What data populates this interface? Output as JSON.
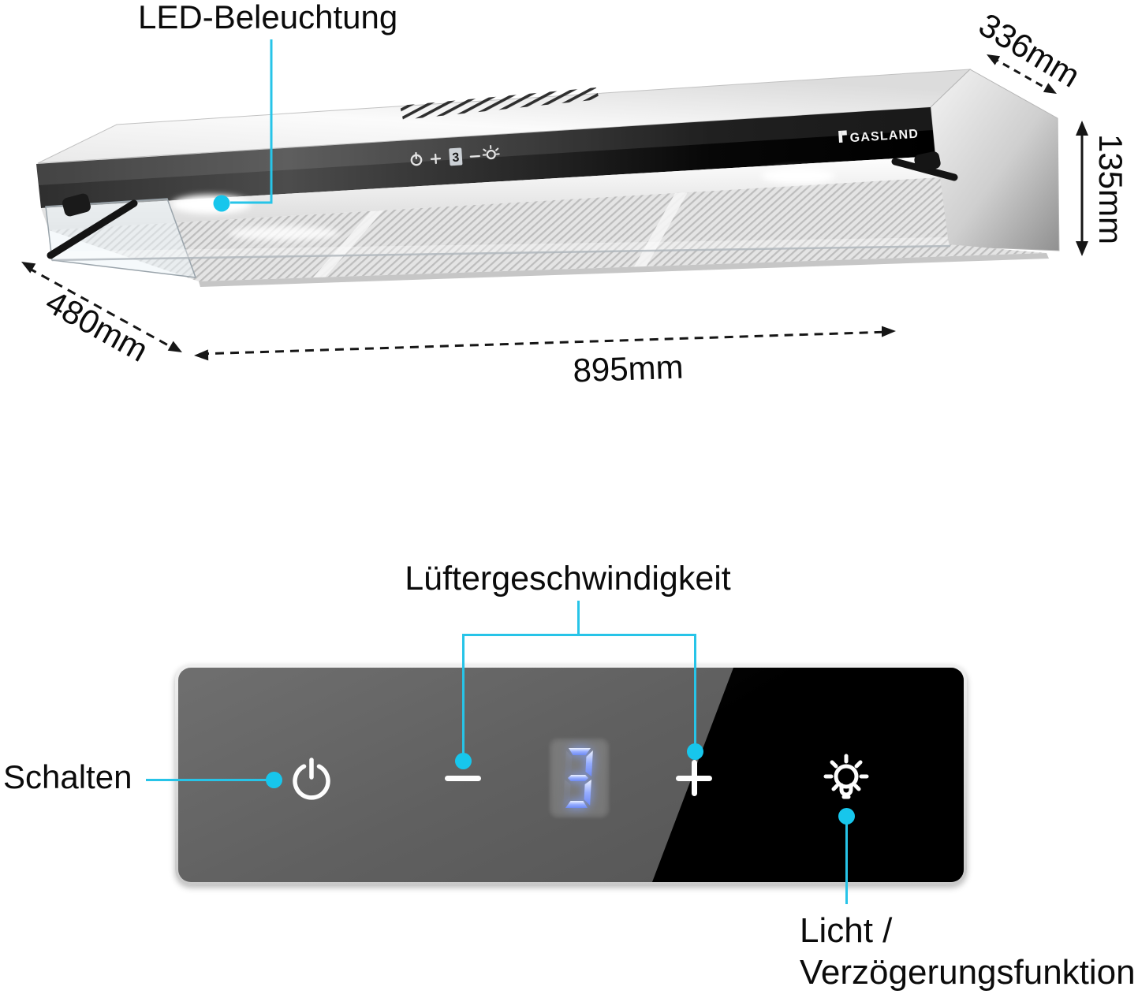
{
  "product": {
    "brand": "GASLAND",
    "type_hint": "range-hood-product-diagram"
  },
  "dimensions": {
    "depth_top": "336mm",
    "height": "135mm",
    "depth_bottom": "480mm",
    "width": "895mm"
  },
  "annotations": {
    "led": {
      "label": "LED-Beleuchtung"
    },
    "power": {
      "label": "Schalten"
    },
    "fan": {
      "label": "Lüftergeschwindigkeit"
    },
    "light": {
      "line1": "Licht /",
      "line2": "Verzögerungsfunktion"
    }
  },
  "control_panel": {
    "fan_speed": "3",
    "icons": {
      "power": "power-icon",
      "minus": "minus-icon",
      "plus": "plus-icon",
      "light": "light-bulb-icon",
      "display": "seven-segment-display"
    }
  },
  "colors": {
    "accent_cyan": "#1fc4e9",
    "display_blue": "#7d97f5",
    "panel_gray": "#606060",
    "panel_black": "#000000",
    "dimension_line": "#161616"
  }
}
